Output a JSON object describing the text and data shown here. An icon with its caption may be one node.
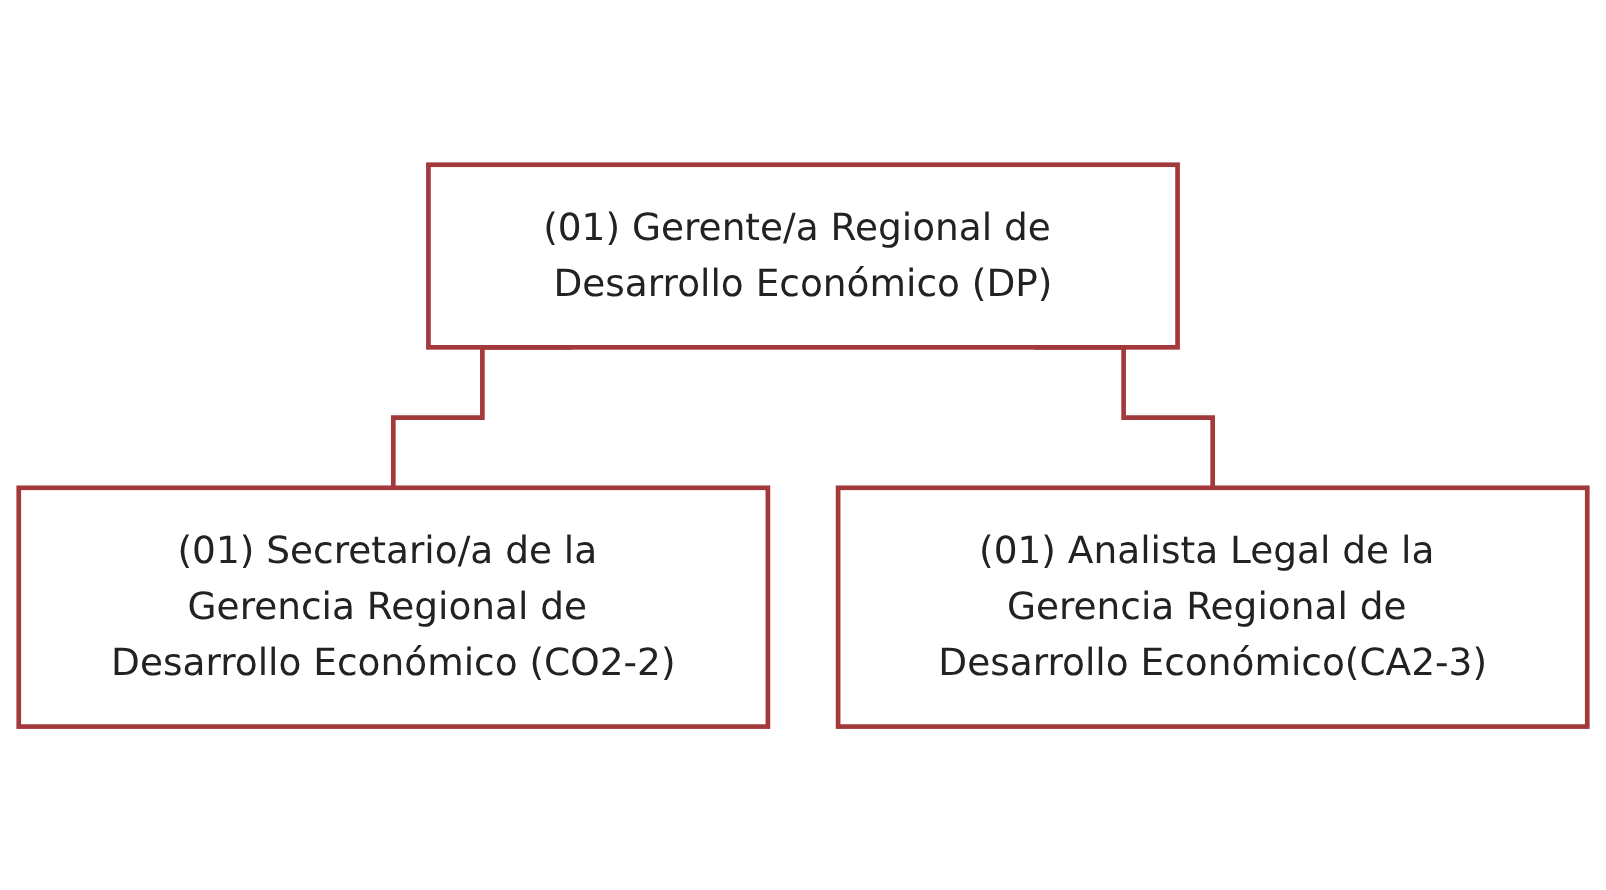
{
  "diagram": {
    "nodes": [
      {
        "text": [
          "(01) Gerente/a Regional de Desarrollo Económico (DP)"
        ]
      },
      {
        "text": [
          "(01) Secretario/a de la Gerencia Regional de Desarrollo Económico (CO2-2)"
        ]
      },
      {
        "text": [
          "(01) Analista Legal de la Gerencia Regional de Desarrollo Económico(CA2-3)"
        ]
      }
    ],
    "edges": [
      {
        "from": 0,
        "to": 1,
        "arrow": "none"
      },
      {
        "from": 0,
        "to": 2,
        "arrow": "none"
      }
    ]
  }
}
